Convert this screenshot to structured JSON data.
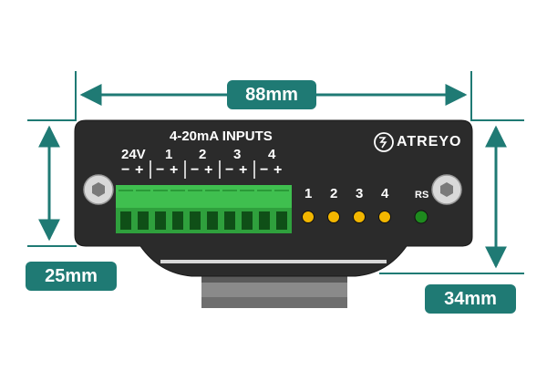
{
  "dimensions": {
    "width_label": "88mm",
    "height_label": "25mm",
    "depth_label": "34mm"
  },
  "panel": {
    "inputs_title": "4-20mA INPUTS",
    "brand": "ATREYO",
    "terminal_groups": [
      {
        "label": "24V"
      },
      {
        "label": "1"
      },
      {
        "label": "2"
      },
      {
        "label": "3"
      },
      {
        "label": "4"
      }
    ],
    "minus_sign": "−",
    "plus_sign": "+",
    "leds": [
      {
        "label": "1",
        "color": "#f2b600"
      },
      {
        "label": "2",
        "color": "#f2b600"
      },
      {
        "label": "3",
        "color": "#f2b600"
      },
      {
        "label": "4",
        "color": "#f2b600"
      },
      {
        "label": "RS",
        "color": "#1e8a1e"
      }
    ]
  },
  "colors": {
    "accent": "#1f7a74",
    "panel": "#2b2b2b",
    "terminal_block": "#3fbf4f"
  }
}
